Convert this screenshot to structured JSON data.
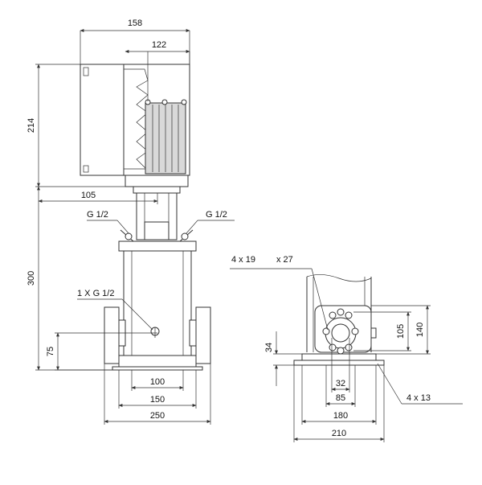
{
  "front_view": {
    "dim_top_width": "158",
    "dim_motor_width": "122",
    "dim_motor_height": "214",
    "dim_shaft_offset": "105",
    "label_port_left": "G 1/2",
    "label_port_right": "G 1/2",
    "dim_pump_height": "300",
    "label_drain": "1 X G 1/2",
    "dim_inlet_height": "75",
    "dim_base_inner": "100",
    "dim_base_mid": "150",
    "dim_flange_span": "250"
  },
  "side_view": {
    "label_flange_holes_count": "4 x 19",
    "label_flange_holes_size": "x 27",
    "dim_flange_bolt": "105",
    "dim_flange_outer": "140",
    "dim_base_height": "34",
    "dim_bore": "32",
    "dim_bolt_circle": "85",
    "label_base_holes": "4 x 13",
    "dim_base_holes_span": "180",
    "dim_base_width": "210"
  }
}
